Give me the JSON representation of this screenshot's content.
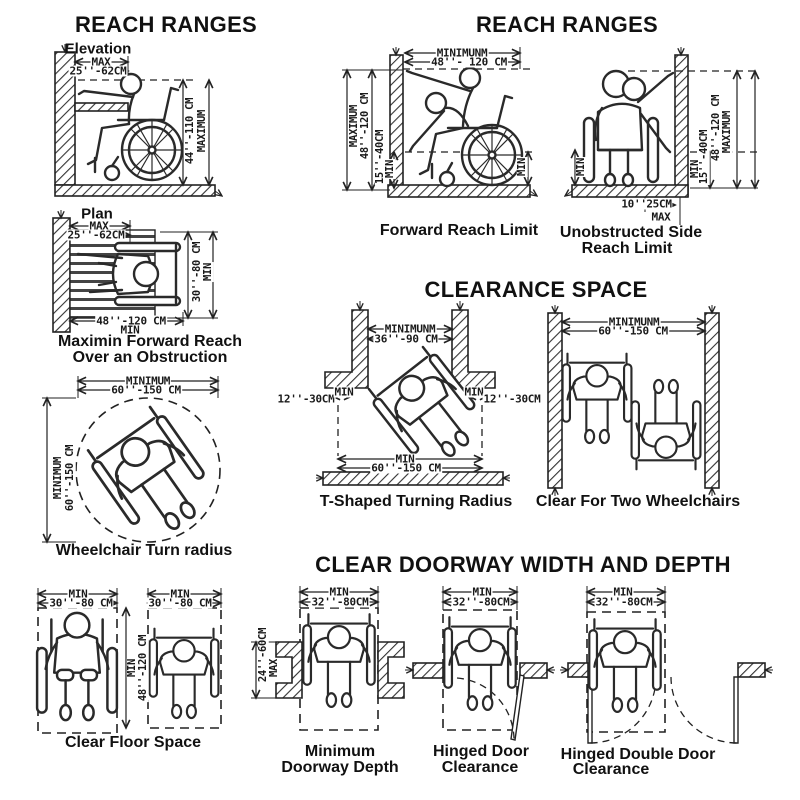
{
  "colors": {
    "ink": "#1a1a1a",
    "line": "#222222",
    "background": "#ffffff"
  },
  "titles": {
    "reach_left": "REACH RANGES",
    "reach_right": "REACH RANGES",
    "clearance": "CLEARANCE SPACE",
    "doorway": "CLEAR DOORWAY WIDTH AND DEPTH"
  },
  "elevation": {
    "label": "Elevation",
    "max": "MAX",
    "reach": "25''-62CM",
    "height": "44''-110 CM",
    "height_max": "MAXIMUM"
  },
  "plan": {
    "label": "Plan",
    "max": "MAX",
    "reach": "25''-62CM",
    "depth": "30''-80 CM",
    "depth_min": "MIN",
    "width": "48''-120 CM",
    "width_min": "MIN",
    "caption1": "Maximin Forward Reach",
    "caption2": "Over an Obstruction"
  },
  "turn_radius": {
    "top_min": "MINIMUM",
    "top_dim": "60''-150 CM",
    "left_min": "MINIMUM",
    "left_dim": "60''-150 CM",
    "caption": "Wheelchair Turn radius"
  },
  "clear_floor": {
    "left_min": "MIN",
    "left_dim": "30''-80 CM",
    "right_min": "MIN",
    "right_dim": "30''-80 CM",
    "depth_min": "MIN",
    "depth_dim": "48''-120 CM",
    "caption": "Clear Floor Space"
  },
  "forward_reach": {
    "top_min": "MINIMUNM",
    "top_dim": "48''- 120 CM",
    "left_max": "MAXIMUM",
    "left_dim": "48''-120 CM",
    "low_dim": "15''-40CM",
    "low_min": "MIN",
    "right_min": "MIN",
    "caption": "Forward Reach Limit"
  },
  "side_reach": {
    "left_min": "MIN",
    "right_min": "MIN",
    "low_dim": "15''-40CM",
    "height_dim": "48''-120 CM",
    "height_max": "MAXIMUM",
    "base_in": "10''",
    "base_cm": "25CM",
    "base_max": "MAX",
    "caption1": "Unobstructed Side",
    "caption2": "Reach Limit"
  },
  "t_shape": {
    "top_min": "MINIMUNM",
    "top_dim": "36''-90 CM",
    "left_dim": "12''-30CM",
    "left_min": "MIN",
    "right_min": "MIN",
    "right_dim": "12''-30CM",
    "bottom_min": "MIN",
    "bottom_dim": "60''-150 CM",
    "caption": "T-Shaped Turning Radius"
  },
  "two_chairs": {
    "top_min": "MINIMUNM",
    "top_dim": "60''-150 CM",
    "caption": "Clear For Two Wheelchairs"
  },
  "door_depth": {
    "top_min": "MIN",
    "top_dim": "32''-80CM",
    "side_dim": "24''-60CM",
    "side_max": "MAX",
    "caption1": "Minimum",
    "caption2": "Doorway Depth"
  },
  "hinged": {
    "top_min": "MIN",
    "top_dim": "32''-80CM",
    "caption1": "Hinged Door",
    "caption2": "Clearance"
  },
  "double_hinged": {
    "top_min": "MIN",
    "top_dim": "32''-80CM",
    "caption1": "Hinged Double Door",
    "caption2": "Clearance"
  }
}
